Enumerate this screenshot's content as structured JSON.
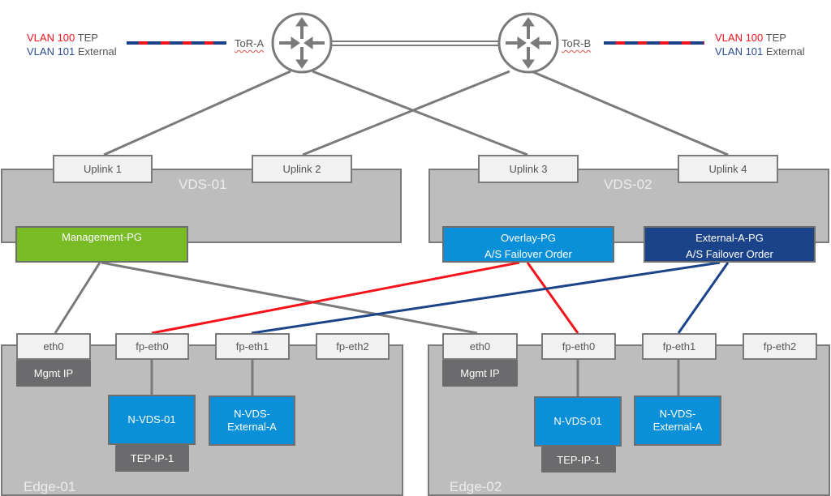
{
  "colors": {
    "vlan100_red": "#f5131b",
    "vlan101_blue": "#1b4389",
    "overlay_pg": "#0a90d9",
    "external_pg": "#1b4389",
    "management_pg": "#79bb24",
    "container_gray": "#bdbdbd",
    "link_gray": "#7a7a7a"
  },
  "legend_left": {
    "vlan100_id": "VLAN 100",
    "vlan100_name": "TEP",
    "vlan101_id": "VLAN 101",
    "vlan101_name": "External"
  },
  "legend_right": {
    "vlan100_id": "VLAN 100",
    "vlan100_name": "TEP",
    "vlan101_id": "VLAN 101",
    "vlan101_name": "External"
  },
  "routers": [
    {
      "label": "ToR-A",
      "icon": "router-icon"
    },
    {
      "label": "ToR-B",
      "icon": "router-icon"
    }
  ],
  "vds": [
    {
      "name": "VDS-01",
      "uplinks": [
        "Uplink 1",
        "Uplink 2"
      ],
      "portgroups": [
        {
          "name": "Management-PG",
          "subtitle": ""
        }
      ]
    },
    {
      "name": "VDS-02",
      "uplinks": [
        "Uplink 3",
        "Uplink 4"
      ],
      "portgroups": [
        {
          "name": "Overlay-PG",
          "subtitle": "A/S Failover Order"
        },
        {
          "name": "External-A-PG",
          "subtitle": "A/S Failover Order"
        }
      ]
    }
  ],
  "edges": [
    {
      "name": "Edge-01",
      "ports": [
        "eth0",
        "fp-eth0",
        "fp-eth1",
        "fp-eth2"
      ],
      "mgmt_ip": "Mgmt IP",
      "nvds": [
        {
          "line1": "N-VDS-01",
          "line2": ""
        },
        {
          "line1": "N-VDS-",
          "line2": "External-A"
        }
      ],
      "tep": "TEP-IP-1"
    },
    {
      "name": "Edge-02",
      "ports": [
        "eth0",
        "fp-eth0",
        "fp-eth1",
        "fp-eth2"
      ],
      "mgmt_ip": "Mgmt IP",
      "nvds": [
        {
          "line1": "N-VDS-01",
          "line2": ""
        },
        {
          "line1": "N-VDS-",
          "line2": "External-A"
        }
      ],
      "tep": "TEP-IP-1"
    }
  ]
}
